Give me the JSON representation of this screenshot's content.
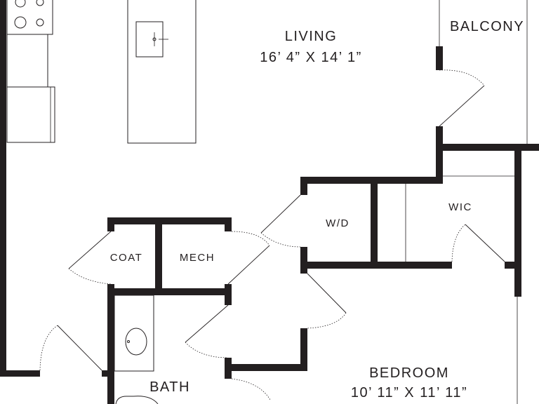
{
  "rooms": {
    "living": {
      "name": "LIVING",
      "dims": "16’ 4” X 14’ 1”"
    },
    "balcony": {
      "name": "BALCONY"
    },
    "wd": {
      "name": "W/D"
    },
    "wic": {
      "name": "WIC"
    },
    "coat": {
      "name": "COAT"
    },
    "mech": {
      "name": "MECH"
    },
    "bath": {
      "name": "BATH"
    },
    "bedroom": {
      "name": "BEDROOM",
      "dims": "10’ 11” X 11’ 11”"
    }
  },
  "colors": {
    "wall": "#231f20",
    "background": "#ffffff"
  }
}
